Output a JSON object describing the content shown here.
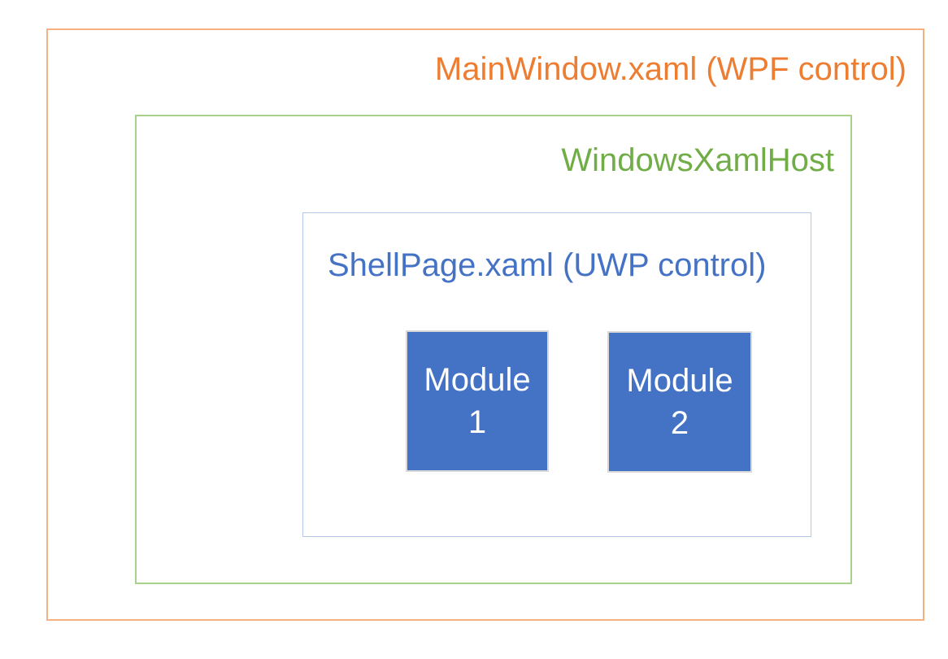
{
  "colors": {
    "background": "#FFFFFF",
    "orange": "#ED7D31",
    "orange_border": "#F4B183",
    "green": "#70AD47",
    "green_border": "#A9D18E",
    "blue": "#4472C4",
    "blue_border": "#B4C7E7",
    "module_fill": "#4472C4",
    "module_border": "#D9D9D9",
    "module_text": "#FFFFFF"
  },
  "diagram": {
    "mainwindow": {
      "label": "MainWindow.xaml (WPF control)"
    },
    "xamlhost": {
      "label": "WindowsXamlHost"
    },
    "shellpage": {
      "label": "ShellPage.xaml (UWP control)"
    },
    "modules": [
      {
        "label": "Module 1",
        "lines": [
          "Module",
          "1"
        ]
      },
      {
        "label": "Module 2",
        "lines": [
          "Module",
          "2"
        ]
      }
    ]
  }
}
